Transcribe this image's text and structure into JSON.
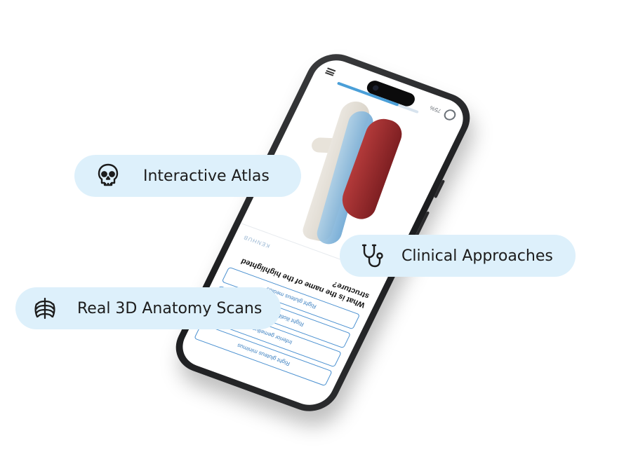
{
  "features": {
    "atlas": {
      "label": "Interactive Atlas",
      "icon": "skull-icon"
    },
    "clinical": {
      "label": "Clinical Approaches",
      "icon": "stethoscope-icon"
    },
    "scans": {
      "label": "Real 3D Anatomy Scans",
      "icon": "ribcage-icon"
    }
  },
  "app": {
    "percent": "75%",
    "progress": 0.75,
    "brand": "KENHUB",
    "question": "What is the name of the highlighted structure?",
    "answers": [
      "Right gluteus medius",
      "Right iliotibial tract",
      "Inferior gemellus",
      "Right gluteus minimus"
    ]
  },
  "colors": {
    "pill_bg": "#ddf0fb",
    "accent": "#4a90d0",
    "muscle": "#b33a3a",
    "fascia": "#6fa8d4"
  }
}
